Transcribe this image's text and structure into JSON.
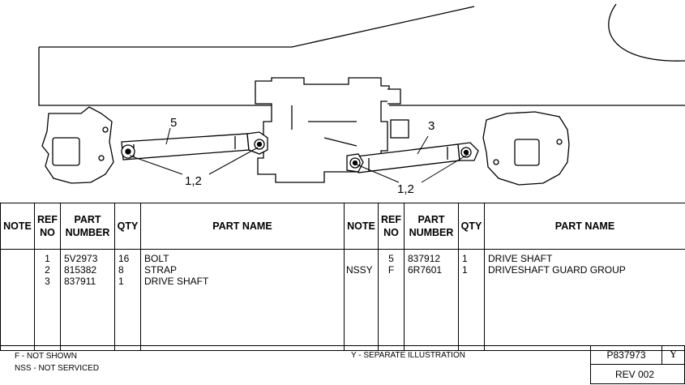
{
  "illustration": {
    "callouts": [
      "5",
      "3",
      "1,2",
      "1,2"
    ]
  },
  "table": {
    "headers": {
      "note": "NOTE",
      "ref_no": [
        "REF",
        "NO"
      ],
      "part_number": [
        "PART",
        "NUMBER"
      ],
      "qty": "QTY",
      "part_name": "PART NAME"
    },
    "left": {
      "notes": [],
      "refs": [
        "1",
        "2",
        "3"
      ],
      "part_numbers": [
        "5V2973",
        "815382",
        "837911"
      ],
      "qtys": [
        "16",
        "8",
        "1"
      ],
      "names": [
        "BOLT",
        "STRAP",
        "DRIVE SHAFT"
      ]
    },
    "right": {
      "notes": [
        "",
        "NSSY"
      ],
      "refs": [
        "5",
        "F"
      ],
      "part_numbers": [
        "837912",
        "6R7601"
      ],
      "qtys": [
        "1",
        "1"
      ],
      "names": [
        "DRIVE SHAFT",
        "DRIVESHAFT GUARD GROUP"
      ]
    }
  },
  "footer": {
    "legend_f": "F - NOT SHOWN",
    "legend_nss": "NSS - NOT SERVICED",
    "legend_y": "Y - SEPARATE ILLUSTRATION",
    "illustration_no": "P837973",
    "code": "Y",
    "revision": "REV 002"
  }
}
